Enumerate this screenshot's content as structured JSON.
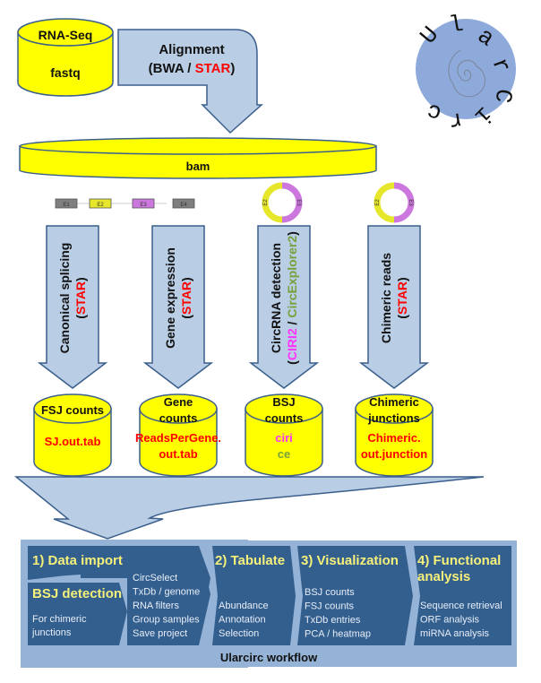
{
  "colors": {
    "yellow": "#ffff00",
    "db_stroke": "#3b5f8c",
    "arrow_fill": "#b9cde5",
    "arrow_stroke": "#3b5f8c",
    "red": "#ff0000",
    "pink": "#ff33ff",
    "olive_green": "#77a13a",
    "exon_gray": "#7f7f7f",
    "exon_yellow": "#e6e62a",
    "exon_purple": "#cc77dd",
    "panel_bg": "#95b3d7",
    "block_fill": "#335f8f",
    "block_title": "#f5f07a",
    "block_text": "#e8eef8",
    "logo_bg": "#8eaadb"
  },
  "logo": {
    "text": "Ularcirc",
    "letters": [
      "U",
      "l",
      "a",
      "r",
      "C",
      "i",
      "r",
      "c"
    ]
  },
  "input_db": {
    "top": "RNA-Seq",
    "bottom": "fastq"
  },
  "alignment": {
    "line1": "Alignment",
    "line2_prefix": "(BWA / ",
    "line2_highlight": "STAR",
    "line2_suffix": ")"
  },
  "bam": {
    "label": "bam"
  },
  "exons": [
    {
      "label": "E1",
      "color": "gray"
    },
    {
      "label": "E2",
      "color": "yellow"
    },
    {
      "label": "E3",
      "color": "purple"
    },
    {
      "label": "E4",
      "color": "gray"
    }
  ],
  "circles": [
    {
      "left": "E2",
      "right": "E3"
    },
    {
      "left": "E2",
      "right": "E3"
    }
  ],
  "branches": [
    {
      "arrow_line1": "Canonical splicing",
      "arrow_line2_prefix": "(",
      "arrow_tools": [
        {
          "text": "STAR",
          "color": "red"
        }
      ],
      "arrow_line2_suffix": ")",
      "db_top": [
        "FSJ counts"
      ],
      "db_bottom": [
        {
          "text": "SJ.out.tab",
          "color": "red"
        }
      ]
    },
    {
      "arrow_line1": "Gene expression",
      "arrow_line2_prefix": "(",
      "arrow_tools": [
        {
          "text": "STAR",
          "color": "red"
        }
      ],
      "arrow_line2_suffix": ")",
      "db_top": [
        "Gene",
        "counts"
      ],
      "db_bottom": [
        {
          "text": "ReadsPerGene.",
          "color": "red"
        },
        {
          "text": "out.tab",
          "color": "red"
        }
      ]
    },
    {
      "arrow_line1": "CircRNA detection",
      "arrow_line2_prefix": "(",
      "arrow_tools": [
        {
          "text": "CIRI2",
          "color": "pink"
        },
        {
          "text": " / ",
          "color": "black"
        },
        {
          "text": "CircExplorer2",
          "color": "green"
        }
      ],
      "arrow_line2_suffix": ")",
      "db_top": [
        "BSJ",
        "counts"
      ],
      "db_bottom": [
        {
          "text": "ciri",
          "color": "pink"
        },
        {
          "text": "ce",
          "color": "green"
        }
      ]
    },
    {
      "arrow_line1": "Chimeric reads",
      "arrow_line2_prefix": "(",
      "arrow_tools": [
        {
          "text": "STAR",
          "color": "red"
        }
      ],
      "arrow_line2_suffix": ")",
      "db_top": [
        "Chimeric",
        "junctions"
      ],
      "db_bottom": [
        {
          "text": "Chimeric.",
          "color": "red"
        },
        {
          "text": "out.junction",
          "color": "red"
        }
      ]
    }
  ],
  "workflow": {
    "caption": "Ularcirc workflow",
    "data_import": {
      "title": "1) Data import",
      "items": [
        "CircSelect",
        "TxDb / genome",
        "RNA filters",
        "Group samples",
        "Save project"
      ]
    },
    "bsj_detection": {
      "title": "BSJ detection",
      "items": [
        "For chimeric",
        "junctions"
      ]
    },
    "tabulate": {
      "title": "2) Tabulate",
      "items": [
        "Abundance",
        "Annotation",
        "Selection"
      ]
    },
    "visualization": {
      "title": "3) Visualization",
      "items": [
        "BSJ counts",
        "FSJ counts",
        "TxDb entries",
        "PCA / heatmap"
      ]
    },
    "functional": {
      "title_line1": "4) Functional",
      "title_line2": "analysis",
      "items": [
        "Sequence retrieval",
        "ORF analysis",
        "miRNA analysis"
      ]
    }
  }
}
